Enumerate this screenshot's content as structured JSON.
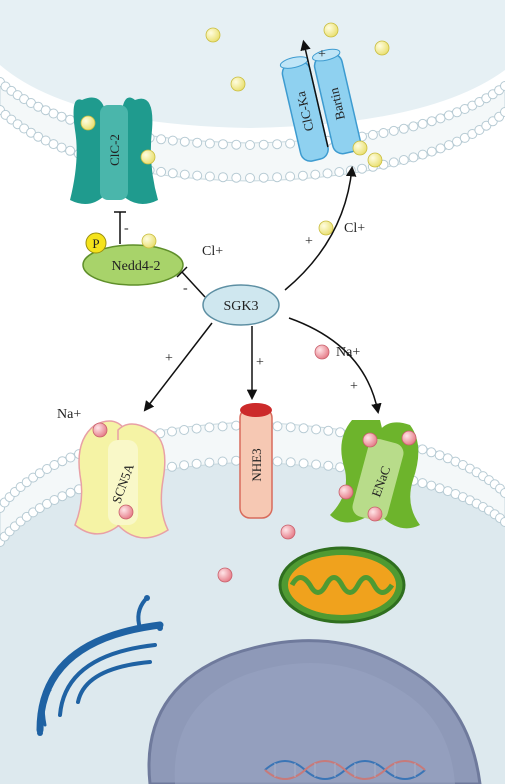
{
  "nodes": {
    "sgk3": "SGK3",
    "nedd4": "Nedd4-2",
    "phospho": "P",
    "clc2": "ClC-2",
    "clcka": "ClC-Ka",
    "bartin": "Bartin",
    "scn5a": "SCN5A",
    "nhe3": "NHE3",
    "enac": "ENaC"
  },
  "ions": {
    "cl_near_nedd4": "Cl+",
    "cl_near_clcka": "Cl+",
    "na_near_enac": "Na+",
    "na_near_scn5a": "Na+"
  },
  "signs": {
    "plus": "+",
    "minus": "-"
  },
  "colors": {
    "extracellular": "#e3eef3",
    "cytoplasm": "#dce9ee",
    "nucleus": "#8f9ab9",
    "membrane_head": "#ffffff",
    "membrane_line": "#b7cbd4",
    "sgk3_fill": "#cfe7ef",
    "nedd4_fill": "#a8d36a",
    "phospho_fill": "#f4e31b",
    "clc2_fill": "#2aa79b",
    "clcka_fill": "#7ac6ea",
    "scn5a_fill": "#f4f2a4",
    "nhe3_fill": "#f6c7b2",
    "nhe3_cap": "#cc2a2a",
    "enac_fill": "#6fb52d",
    "cl_ion": "#f2ee9a",
    "na_ion": "#f2a6ae",
    "mito_outer": "#3f8c2a",
    "mito_inner": "#f1a01c",
    "er_stroke": "#2166a7"
  }
}
